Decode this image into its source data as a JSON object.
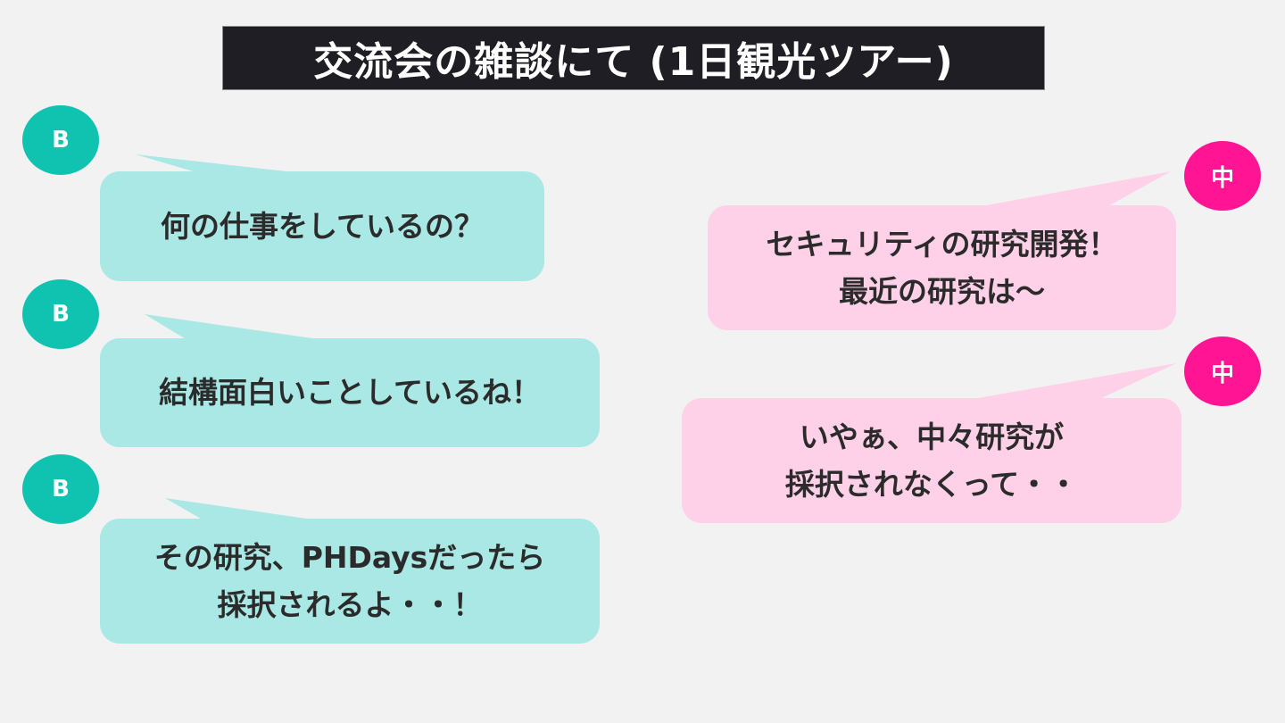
{
  "title": "交流会の雑談にて (1日観光ツアー)",
  "colors": {
    "background": "#f2f2f2",
    "title_bg": "#1e1e24",
    "b_avatar": "#10c2b0",
    "b_bubble": "#a9e8e4",
    "n_avatar": "#ff1493",
    "n_bubble": "#ffd1e8"
  },
  "speakers": {
    "b": "B",
    "n": "中"
  },
  "messages": [
    {
      "speaker": "B",
      "text": "何の仕事をしているの？"
    },
    {
      "speaker": "B",
      "text": "結構面白いことしているね！"
    },
    {
      "speaker": "B",
      "text": "その研究、PHDaysだったら\n採択されるよ・・！"
    },
    {
      "speaker": "中",
      "text": "セキュリティの研究開発！\n最近の研究は〜"
    },
    {
      "speaker": "中",
      "text": "いやぁ、中々研究が\n採択されなくって・・"
    }
  ]
}
